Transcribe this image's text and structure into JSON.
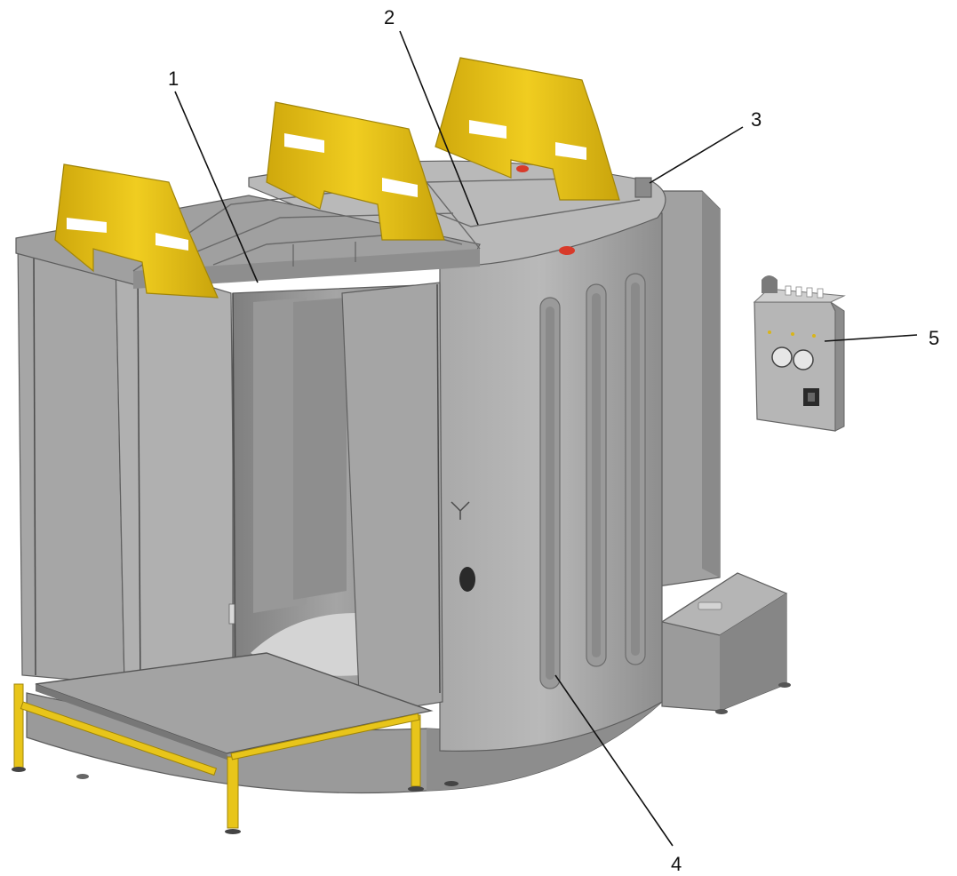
{
  "callouts": [
    {
      "number": "1"
    },
    {
      "number": "2"
    },
    {
      "number": "3"
    },
    {
      "number": "4"
    },
    {
      "number": "5"
    }
  ],
  "colors": {
    "background": "#ffffff",
    "steel_light": "#b3b3b3",
    "steel_mid": "#a2a2a2",
    "steel_dark": "#8c8c8c",
    "lifting_frame_yellow": "#e8c51a",
    "warning_marker_red": "#d83a2a",
    "callout_text": "#111111"
  }
}
